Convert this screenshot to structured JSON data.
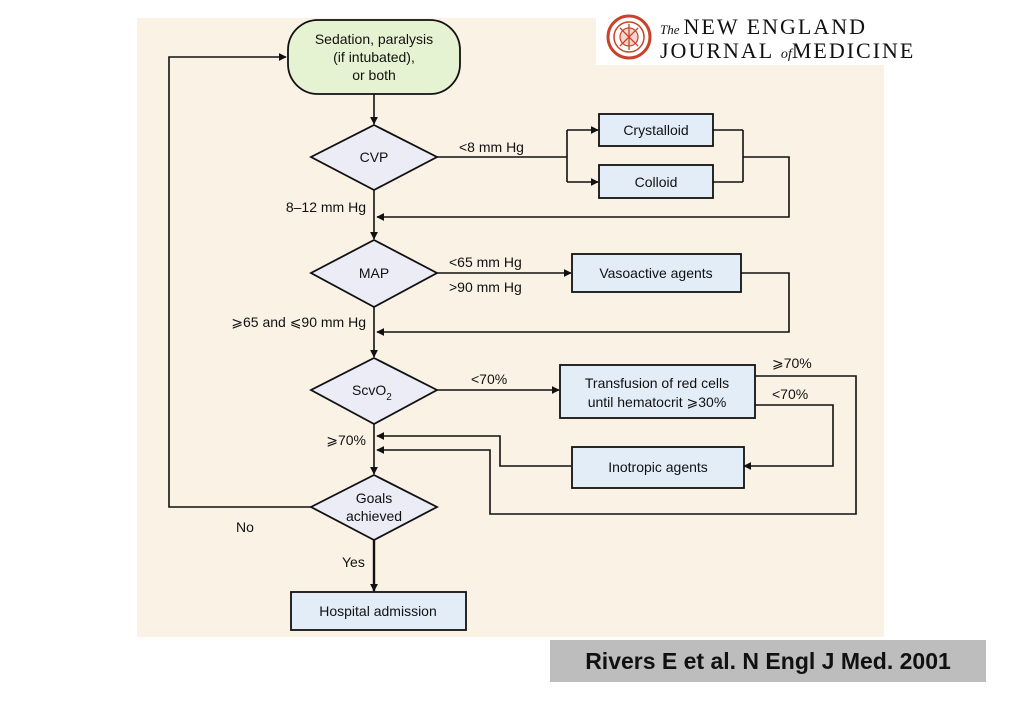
{
  "colors": {
    "panel_background": "#fbf2e6",
    "start_node_fill": "#e6f3d2",
    "box_fill": "#e3edf8",
    "diamond_fill": "#ececf7",
    "stroke": "#111111",
    "citation_background": "#bdbdbd",
    "seal_color": "#c8432a"
  },
  "journal": {
    "the": "The",
    "line1": "NEW ENGLAND",
    "line2_a": "JOURNAL",
    "line2_of": "of",
    "line2_b": "MEDICINE",
    "seal_icon": "nejm-seal-icon"
  },
  "nodes": {
    "start": [
      "Sedation, paralysis",
      "(if intubated),",
      "or both"
    ],
    "cvp": "CVP",
    "crystalloid": "Crystalloid",
    "colloid": "Colloid",
    "map": "MAP",
    "vasoactive": "Vasoactive agents",
    "scvo2_main": "ScvO",
    "scvo2_sub": "2",
    "transfusion": [
      "Transfusion of red cells",
      "until hematocrit ⩾30%"
    ],
    "inotropic": "Inotropic agents",
    "goals": [
      "Goals",
      "achieved"
    ],
    "admission": "Hospital admission"
  },
  "labels": {
    "cvp_low": "<8 mm Hg",
    "cvp_ok": "8–12 mm Hg",
    "map_low": "<65 mm Hg",
    "map_high": ">90 mm Hg",
    "map_ok": "⩾65 and ⩽90 mm Hg",
    "scv_low": "<70%",
    "scv_ok": "⩾70%",
    "transfusion_ok": "⩾70%",
    "transfusion_low": "<70%",
    "goals_no": "No",
    "goals_yes": "Yes"
  },
  "citation": "Rivers E et al. N Engl J Med. 2001"
}
